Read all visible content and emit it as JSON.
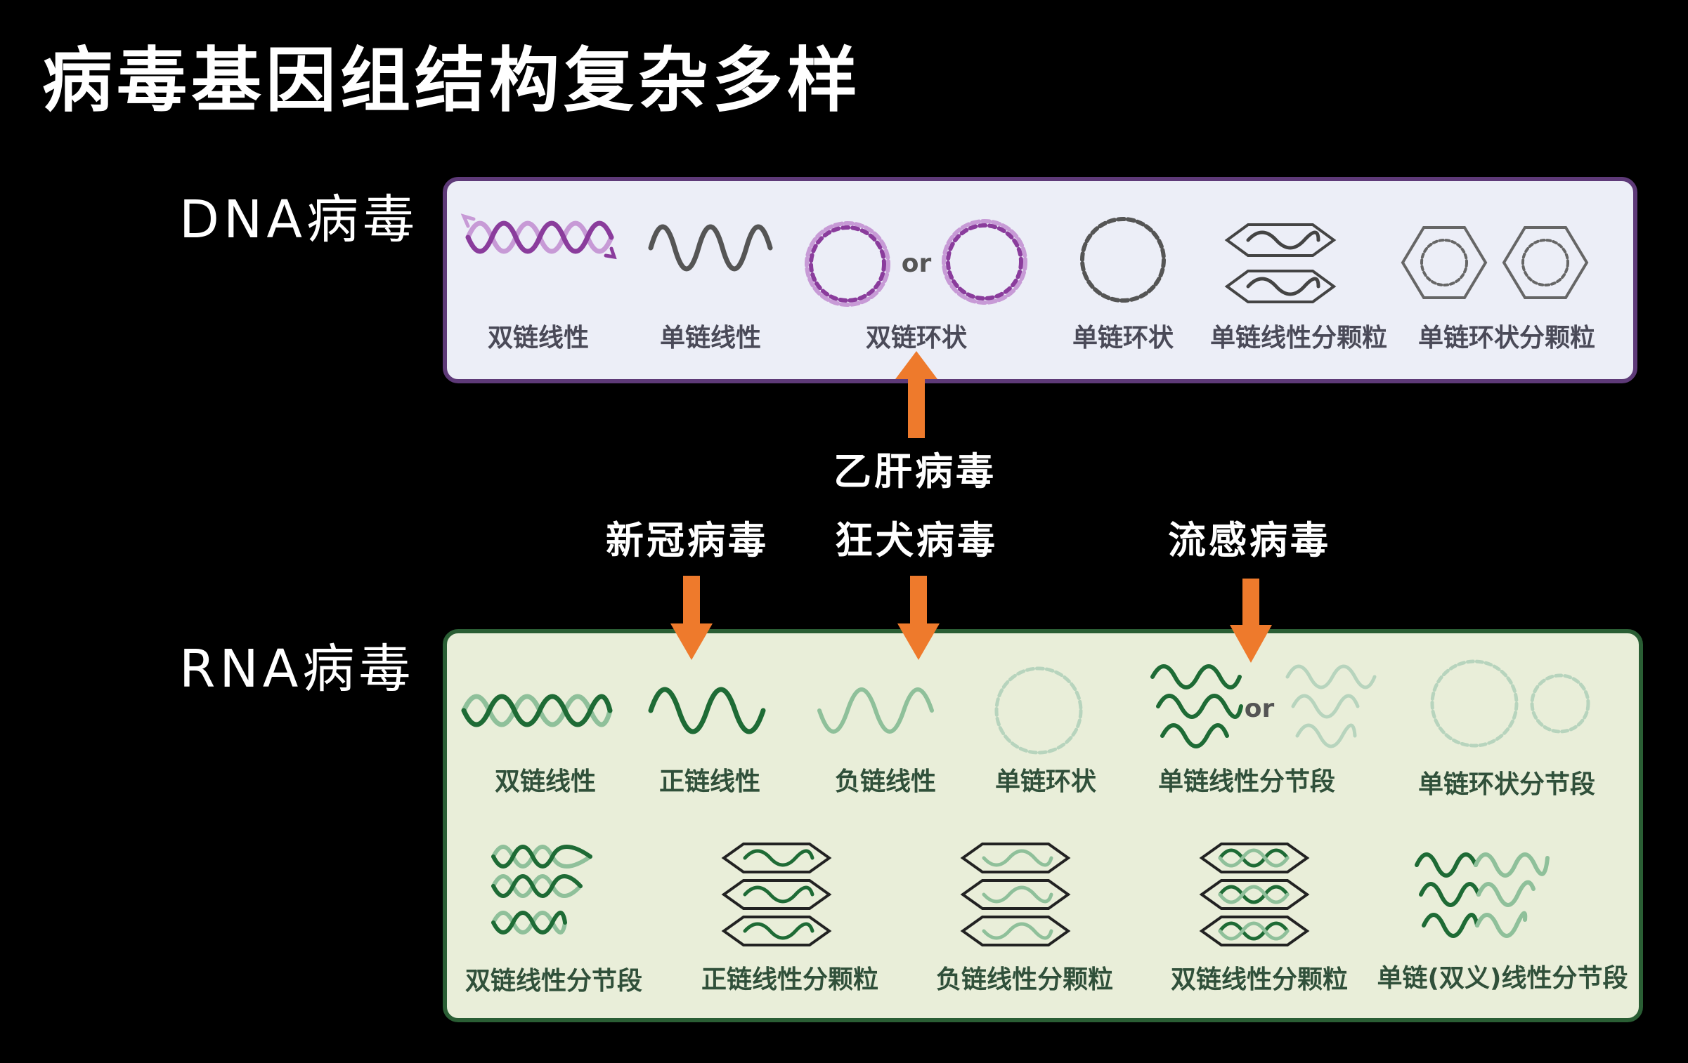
{
  "title": "病毒基因组结构复杂多样",
  "dna": {
    "label": "DNA病毒",
    "or_text": "or",
    "captions": [
      "双链线性",
      "单链线性",
      "双链环状",
      "单链环状",
      "单链线性分颗粒",
      "单链环状分颗粒"
    ]
  },
  "rna": {
    "label": "RNA病毒",
    "or_text": "or",
    "captions_row1": [
      "双链线性",
      "正链线性",
      "负链线性",
      "单链环状",
      "单链线性分节段",
      "单链环状分节段"
    ],
    "captions_row2": [
      "双链线性分节段",
      "正链线性分颗粒",
      "负链线性分颗粒",
      "双链线性分颗粒",
      "单链(双义)线性分节段"
    ]
  },
  "viruses": {
    "hepatitis_b": "乙肝病毒",
    "covid": "新冠病毒",
    "rabies": "狂犬病毒",
    "influenza": "流感病毒"
  },
  "colors": {
    "background": "#000000",
    "dna_panel": "#eceef7",
    "dna_border": "#5e3a78",
    "dna_strand": "#8a3c9c",
    "dna_strand_light": "#c79ad6",
    "rna_panel": "#e9eed9",
    "rna_border": "#2a5e34",
    "rna_strand": "#1e6b35",
    "rna_strand_light": "#8fc09a",
    "arrow": "#ee7a2c"
  }
}
